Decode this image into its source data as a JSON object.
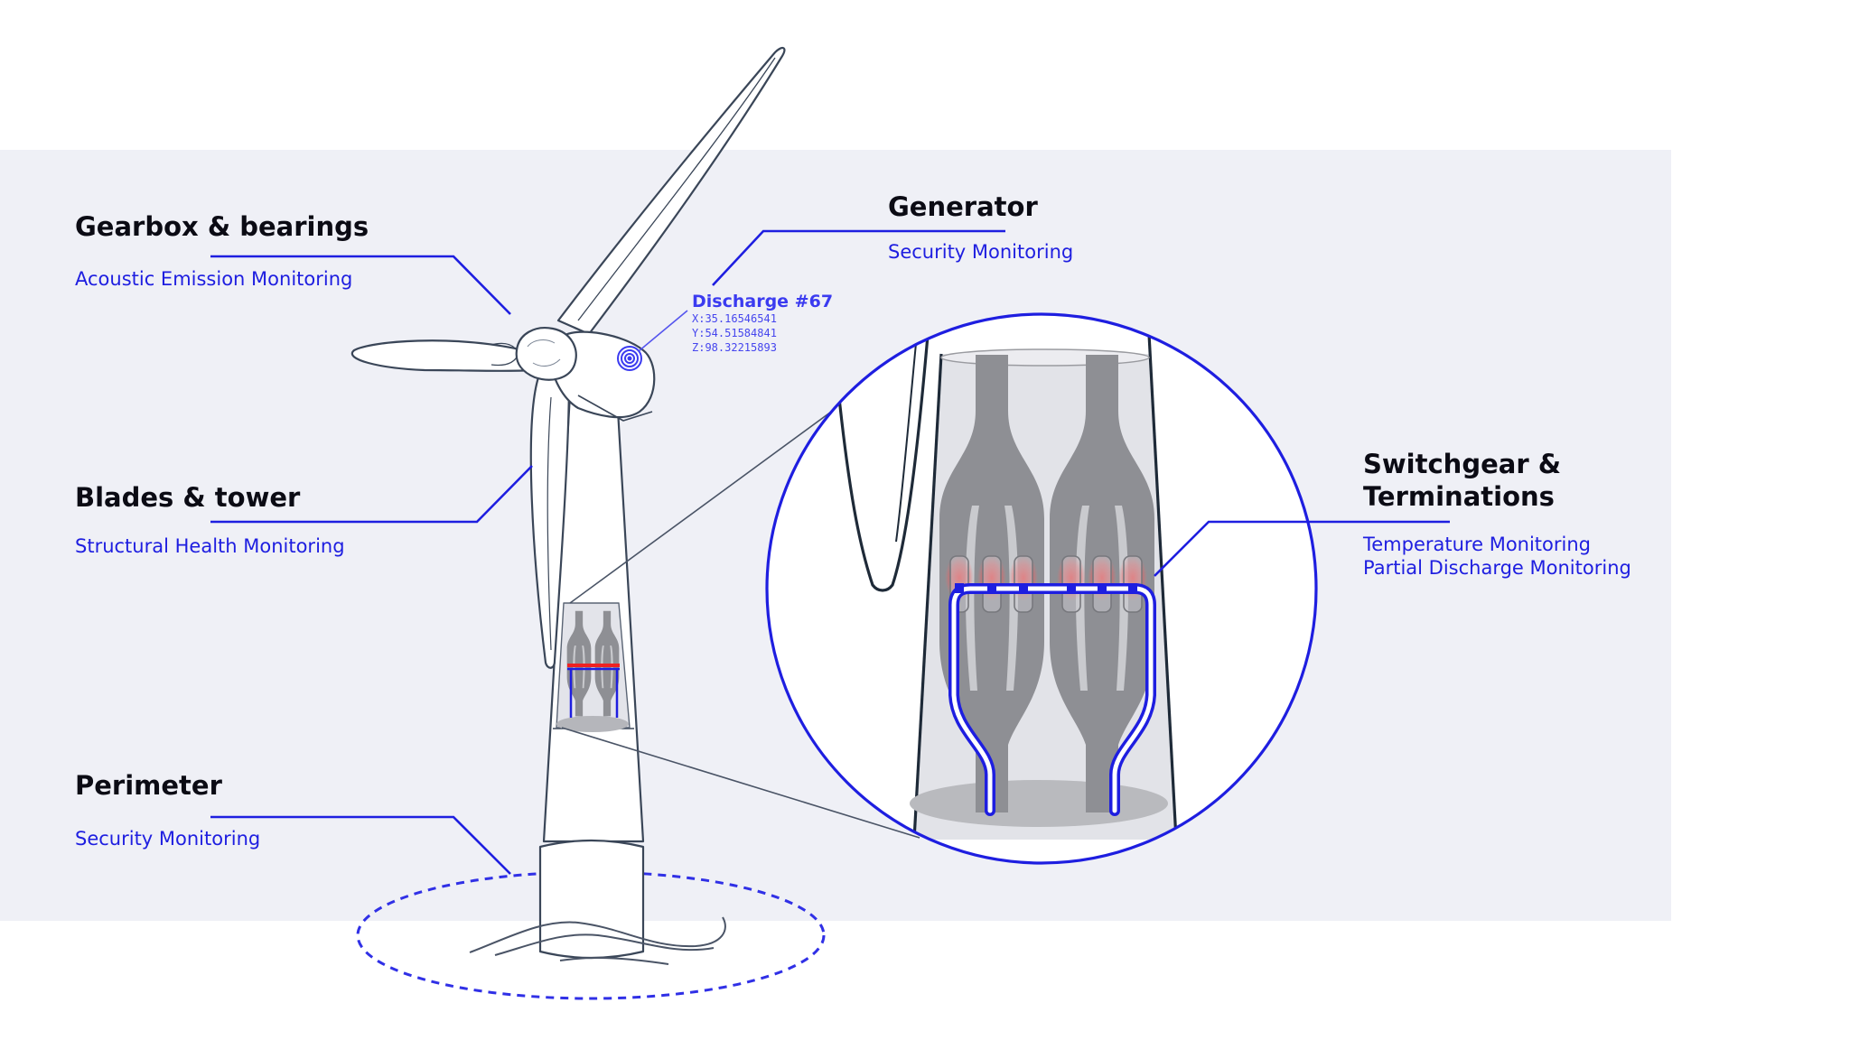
{
  "colors": {
    "background": "#ffffff",
    "panel": "#eff0f6",
    "accent": "#1e1ee0",
    "heading": "#0b0b14",
    "outline": "#3a4658",
    "terminal": "#8e8f94",
    "hotspot": "#ee2222"
  },
  "callouts": {
    "gearbox": {
      "title": "Gearbox & bearings",
      "subtitle": "Acoustic Emission Monitoring"
    },
    "generator": {
      "title": "Generator",
      "subtitle": "Security Monitoring"
    },
    "blades": {
      "title": "Blades & tower",
      "subtitle": "Structural Health Monitoring"
    },
    "perimeter": {
      "title": "Perimeter",
      "subtitle": "Security Monitoring"
    },
    "switchgear": {
      "title_line1": "Switchgear &",
      "title_line2": "Terminations",
      "subtitle_line1": "Temperature Monitoring",
      "subtitle_line2": "Partial Discharge Monitoring"
    }
  },
  "discharge": {
    "title": "Discharge #67",
    "x": "X:35.16546541",
    "y": "Y:54.51584841",
    "z": "Z:98.32215893"
  },
  "icons": [
    "wind-turbine-icon",
    "discharge-signal-icon",
    "sea-waves-icon",
    "zoom-magnifier-icon"
  ]
}
